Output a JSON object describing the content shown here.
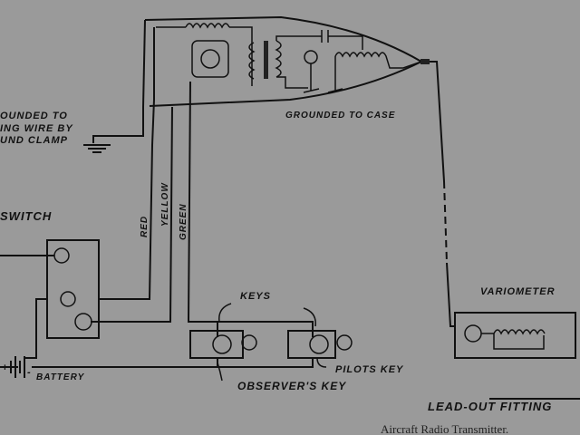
{
  "labels": {
    "ground_line1": "OUNDED TO",
    "ground_line2": "ING WIRE BY",
    "ground_line3": "UND CLAMP",
    "grounded_to_case": "GROUNDED TO CASE",
    "switch": "SWITCH",
    "red": "RED",
    "yellow": "YELLOW",
    "green": "GREEN",
    "keys": "KEYS",
    "variometer": "VARIOMETER",
    "battery": "BATTERY",
    "pilots_key": "PILOTS KEY",
    "observers_key": "OBSERVER'S KEY",
    "lead_out_fitting": "LEAD-OUT FITTING",
    "battery_plus": "+",
    "battery_minus": "-"
  },
  "caption": "Aircraft Radio Transmitter."
}
